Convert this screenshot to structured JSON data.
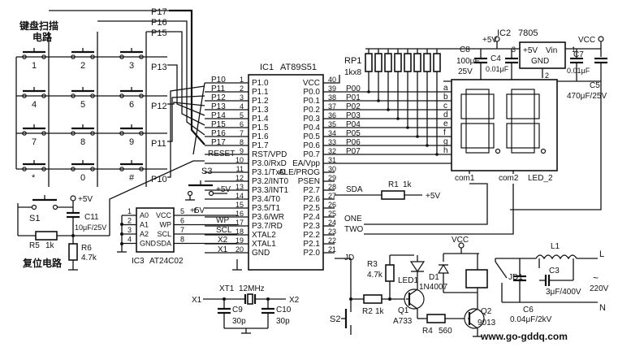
{
  "keypad": {
    "title_line1": "键盘扫描",
    "title_line2": "电路",
    "keys": [
      "1",
      "2",
      "3",
      "4",
      "5",
      "6",
      "7",
      "8",
      "9",
      "*",
      "0",
      "#"
    ],
    "row_lines": [
      "P13",
      "P12",
      "P11",
      "P10"
    ],
    "col_lines": [
      "P17",
      "P16",
      "P15"
    ]
  },
  "reset": {
    "title": "复位电路",
    "s1": "S1",
    "c11": "C11",
    "c11_val": "10μF/25V",
    "r5": "R5",
    "r5_val": "1k",
    "r6": "R6",
    "r6_val": "4.7k",
    "vcc": "+5V",
    "net": "RESET"
  },
  "mcu": {
    "name": "IC1",
    "part": "AT89S51",
    "left_pins": [
      {
        "num": "1",
        "name": "P1.0",
        "net": "P10"
      },
      {
        "num": "2",
        "name": "P1.1",
        "net": "P11"
      },
      {
        "num": "3",
        "name": "P1.2",
        "net": "P12"
      },
      {
        "num": "4",
        "name": "P1.3",
        "net": "P13"
      },
      {
        "num": "5",
        "name": "P1.4",
        "net": "P14"
      },
      {
        "num": "6",
        "name": "P1.5",
        "net": "P15"
      },
      {
        "num": "7",
        "name": "P1.6",
        "net": "P16"
      },
      {
        "num": "8",
        "name": "P1.7",
        "net": "P17"
      },
      {
        "num": "9",
        "name": "RST/VPD",
        "net": "RESET"
      },
      {
        "num": "10",
        "name": "P3.0/RxD",
        "net": ""
      },
      {
        "num": "11",
        "name": "P3.1/TxD",
        "net": ""
      },
      {
        "num": "12",
        "name": "P3.2/INT0",
        "net": ""
      },
      {
        "num": "13",
        "name": "P3.3/INT1",
        "net": ""
      },
      {
        "num": "14",
        "name": "P3.4/T0",
        "net": ""
      },
      {
        "num": "15",
        "name": "P3.5/T1",
        "net": ""
      },
      {
        "num": "16",
        "name": "P3.6/WR",
        "net": ""
      },
      {
        "num": "17",
        "name": "P3.7/RD",
        "net": ""
      },
      {
        "num": "18",
        "name": "XTAL2",
        "net": ""
      },
      {
        "num": "19",
        "name": "XTAL1",
        "net": ""
      },
      {
        "num": "20",
        "name": "GND",
        "net": ""
      }
    ],
    "right_pins": [
      {
        "num": "40",
        "name": "VCC",
        "net": ""
      },
      {
        "num": "39",
        "name": "P0.0",
        "net": "P00"
      },
      {
        "num": "38",
        "name": "P0.1",
        "net": "P01"
      },
      {
        "num": "37",
        "name": "P0.2",
        "net": "P02"
      },
      {
        "num": "36",
        "name": "P0.3",
        "net": "P03"
      },
      {
        "num": "35",
        "name": "P0.4",
        "net": "P04"
      },
      {
        "num": "34",
        "name": "P0.5",
        "net": "P05"
      },
      {
        "num": "33",
        "name": "P0.6",
        "net": "P06"
      },
      {
        "num": "32",
        "name": "P0.7",
        "net": "P07"
      },
      {
        "num": "31",
        "name": "EA/Vpp",
        "net": ""
      },
      {
        "num": "30",
        "name": "ALE/PROG",
        "net": ""
      },
      {
        "num": "29",
        "name": "PSEN",
        "net": ""
      },
      {
        "num": "28",
        "name": "P2.7",
        "net": "SDA"
      },
      {
        "num": "27",
        "name": "P2.6",
        "net": ""
      },
      {
        "num": "26",
        "name": "P2.5",
        "net": ""
      },
      {
        "num": "25",
        "name": "P2.4",
        "net": "ONE"
      },
      {
        "num": "24",
        "name": "P2.3",
        "net": "TWO"
      },
      {
        "num": "23",
        "name": "P2.2",
        "net": ""
      },
      {
        "num": "22",
        "name": "P2.1",
        "net": ""
      },
      {
        "num": "21",
        "name": "P2.0",
        "net": "JD"
      }
    ]
  },
  "eeprom": {
    "name": "IC3",
    "part": "AT24C02",
    "left_pins": [
      {
        "num": "1",
        "name": "A0"
      },
      {
        "num": "2",
        "name": "A1"
      },
      {
        "num": "3",
        "name": "A2"
      },
      {
        "num": "4",
        "name": "GND"
      }
    ],
    "right_pins": [
      {
        "num": "5",
        "name": "VCC",
        "net": "+5V"
      },
      {
        "num": "6",
        "name": "WP",
        "net": "WP"
      },
      {
        "num": "7",
        "name": "SCL",
        "net": "SCL"
      },
      {
        "num": "8",
        "name": "SDA",
        "net": "SDA"
      }
    ]
  },
  "s3": "S3",
  "s3_vcc": "+5V",
  "rp1": {
    "name": "RP1",
    "val": "1kx8"
  },
  "regulator": {
    "name": "IC2",
    "part": "7805",
    "vin": "Vin",
    "out": "+5V",
    "gnd": "GND",
    "pin1": "1",
    "pin2": "2",
    "pin3": "3",
    "vcc": "VCC",
    "plus5": "+5V"
  },
  "caps": {
    "c8": "C8",
    "c8_val1": "100μF",
    "c8_val2": "25V",
    "c4": "C4",
    "c4_val": "0.01μF",
    "c7": "C7",
    "c7_val": "0.01μF",
    "c5": "C5",
    "c5_val": "470μF/25V"
  },
  "display": {
    "seg_labels": [
      "a",
      "b",
      "c",
      "d",
      "e",
      "f",
      "g",
      "h"
    ],
    "com1": "com1",
    "com2": "com2",
    "name": "LED_2"
  },
  "r1": {
    "name": "R1",
    "val": "1k",
    "vcc": "+5V",
    "net": "SDA"
  },
  "nets": {
    "one": "ONE",
    "two": "TWO",
    "jd": "JD",
    "wp": "WP",
    "scl": "SCL",
    "x2": "X2",
    "x1": "X1"
  },
  "crystal": {
    "name": "XT1",
    "val": "12MHz",
    "x1": "X1",
    "x2": "X2",
    "c9": "C9",
    "c9_val": "30p",
    "c10": "C10",
    "c10_val": "30p"
  },
  "driver": {
    "r3": "R3",
    "r3_val": "4.7k",
    "led1": "LED1",
    "d1": "D1",
    "d1_part": "1N4007",
    "vcc": "VCC",
    "r2": "R2",
    "r2_val": "1k",
    "q1": "Q1",
    "q1_part": "A733",
    "r4": "R4",
    "r4_val": "560",
    "q2": "Q2",
    "q2_part": "9013",
    "s2": "S2",
    "jd1": "JD1"
  },
  "mains": {
    "l1": "L1",
    "c3": "C3",
    "c3_val": "3μF/400V",
    "c6": "C6",
    "c6_val": "0.04μF/2kV",
    "l": "L",
    "n": "N",
    "volt": "220V",
    "tilde": "~"
  },
  "watermark": "www.go-gddq.com"
}
